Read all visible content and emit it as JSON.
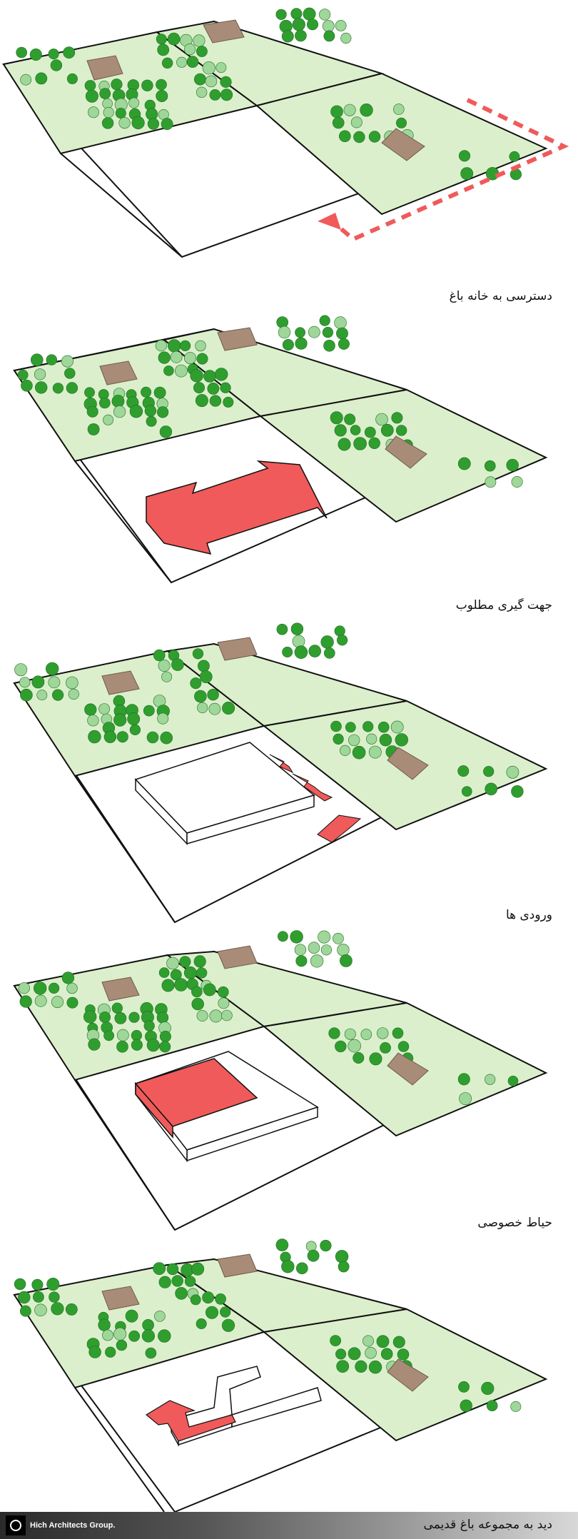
{
  "colors": {
    "garden_fill": "#dcefcc",
    "tree_dark": "#2f9e2f",
    "tree_light": "#9fd69a",
    "house": "#a98c78",
    "accent_red": "#f05a5a",
    "line": "#111111"
  },
  "panels": [
    {
      "caption": "دسترسی به خانه باغ",
      "element": "access-path"
    },
    {
      "caption": "جهت گیری مطلوب",
      "element": "orientation-arrow"
    },
    {
      "caption": "ورودی ها",
      "element": "entrances"
    },
    {
      "caption": "حیاط خصوصی",
      "element": "private-courtyard"
    },
    {
      "caption": "دید به مجموعه باغ قدیمی",
      "element": "view-to-old-garden"
    }
  ],
  "footer": {
    "firm_name": "Hich Architects Group.",
    "logo_icon": "circle-logo-icon"
  }
}
